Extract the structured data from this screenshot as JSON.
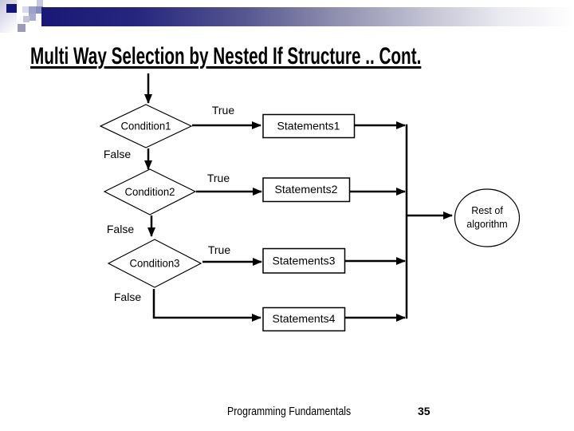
{
  "slide": {
    "title": "Multi Way Selection by Nested If Structure .. Cont.",
    "footer_text": "Programming Fundamentals",
    "page_number": "35"
  },
  "flowchart": {
    "conditions": [
      {
        "label": "Condition1",
        "true_label": "True",
        "false_label": "False"
      },
      {
        "label": "Condition2",
        "true_label": "True",
        "false_label": "False"
      },
      {
        "label": "Condition3",
        "true_label": "True",
        "false_label": "False"
      }
    ],
    "statements": [
      {
        "label": "Statements1"
      },
      {
        "label": "Statements2"
      },
      {
        "label": "Statements3"
      },
      {
        "label": "Statements4"
      }
    ],
    "terminal": {
      "line1": "Rest of",
      "line2": "algorithm"
    }
  },
  "colors": {
    "accent_navy": "#14157a",
    "line_color": "#000000",
    "background": "#ffffff"
  }
}
